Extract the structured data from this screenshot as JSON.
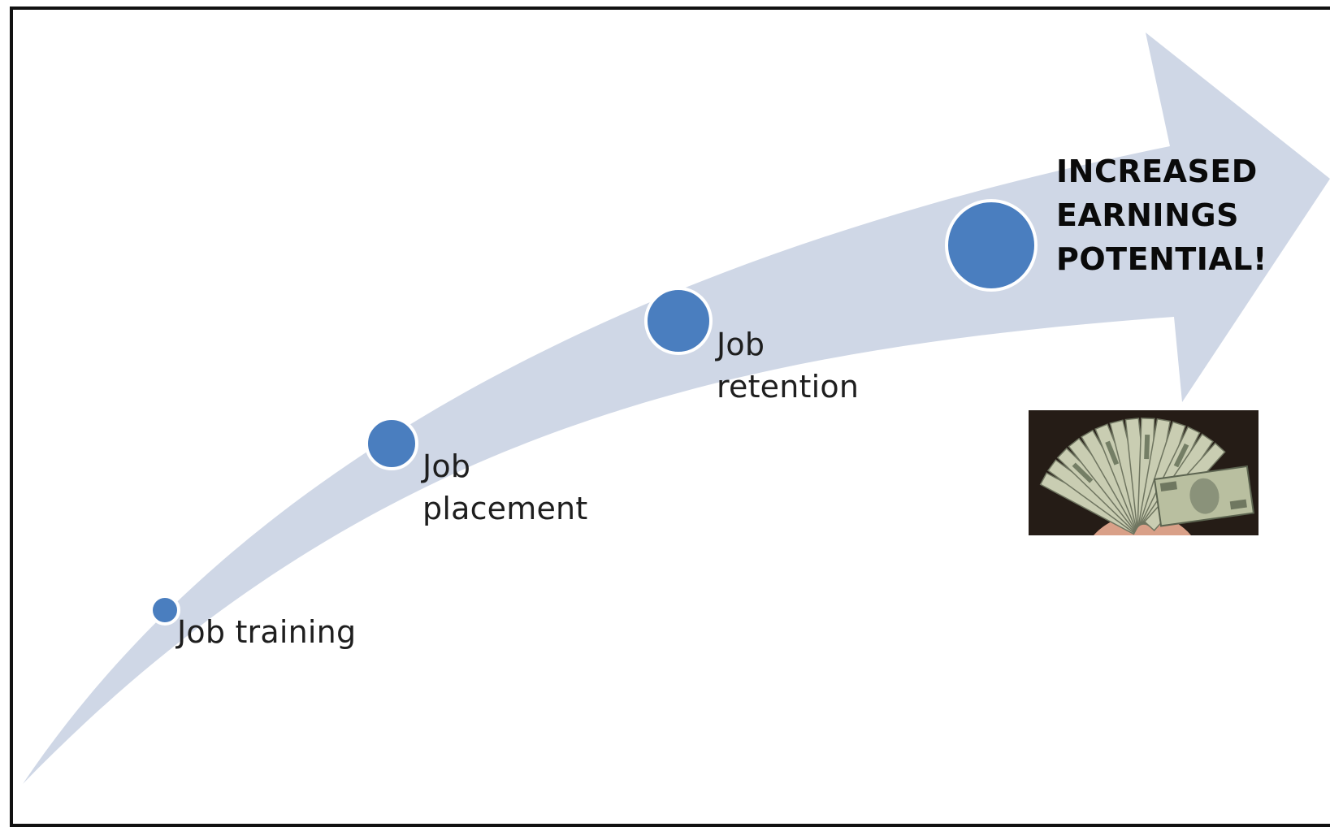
{
  "colors": {
    "arrow": "#cfd7e6",
    "step_dot": "#4a7ebf",
    "dot_ring": "#ffffff",
    "text": "#1e1e1e",
    "frame": "#111111"
  },
  "steps": [
    {
      "label": "Job training"
    },
    {
      "label": "Job\nplacement"
    },
    {
      "label": "Job\nretention"
    }
  ],
  "outcome": {
    "label": "Increased\nearnings\npotential!"
  },
  "image": {
    "subject": "fan of dollar bills",
    "icon": "cash-photo"
  }
}
